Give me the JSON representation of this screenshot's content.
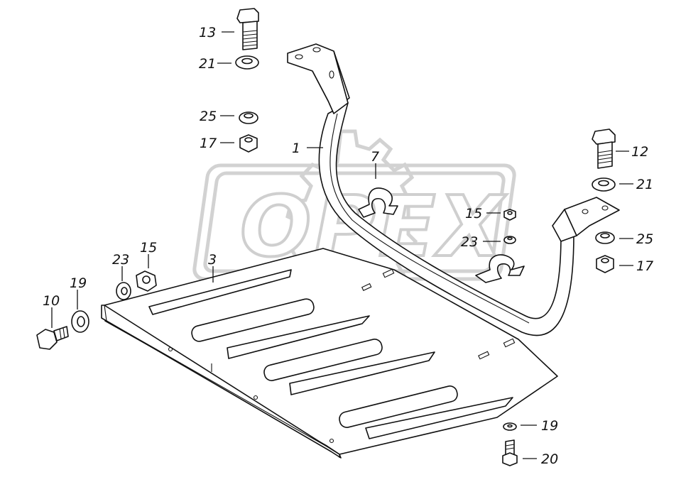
{
  "watermark": {
    "text": "OPEX",
    "color": "#d2d2d2"
  },
  "callouts": {
    "c1": "1",
    "c3": "3",
    "c7": "7",
    "c10": "10",
    "c12": "12",
    "c13": "13",
    "c15_left": "15",
    "c15_right": "15",
    "c17_left": "17",
    "c17_right": "17",
    "c19_left": "19",
    "c19_bottom": "19",
    "c20": "20",
    "c21_left": "21",
    "c21_right": "21",
    "c23_left": "23",
    "c23_right": "23",
    "c25_left": "25",
    "c25_right": "25"
  },
  "colors": {
    "line": "#111111",
    "background": "#ffffff"
  }
}
